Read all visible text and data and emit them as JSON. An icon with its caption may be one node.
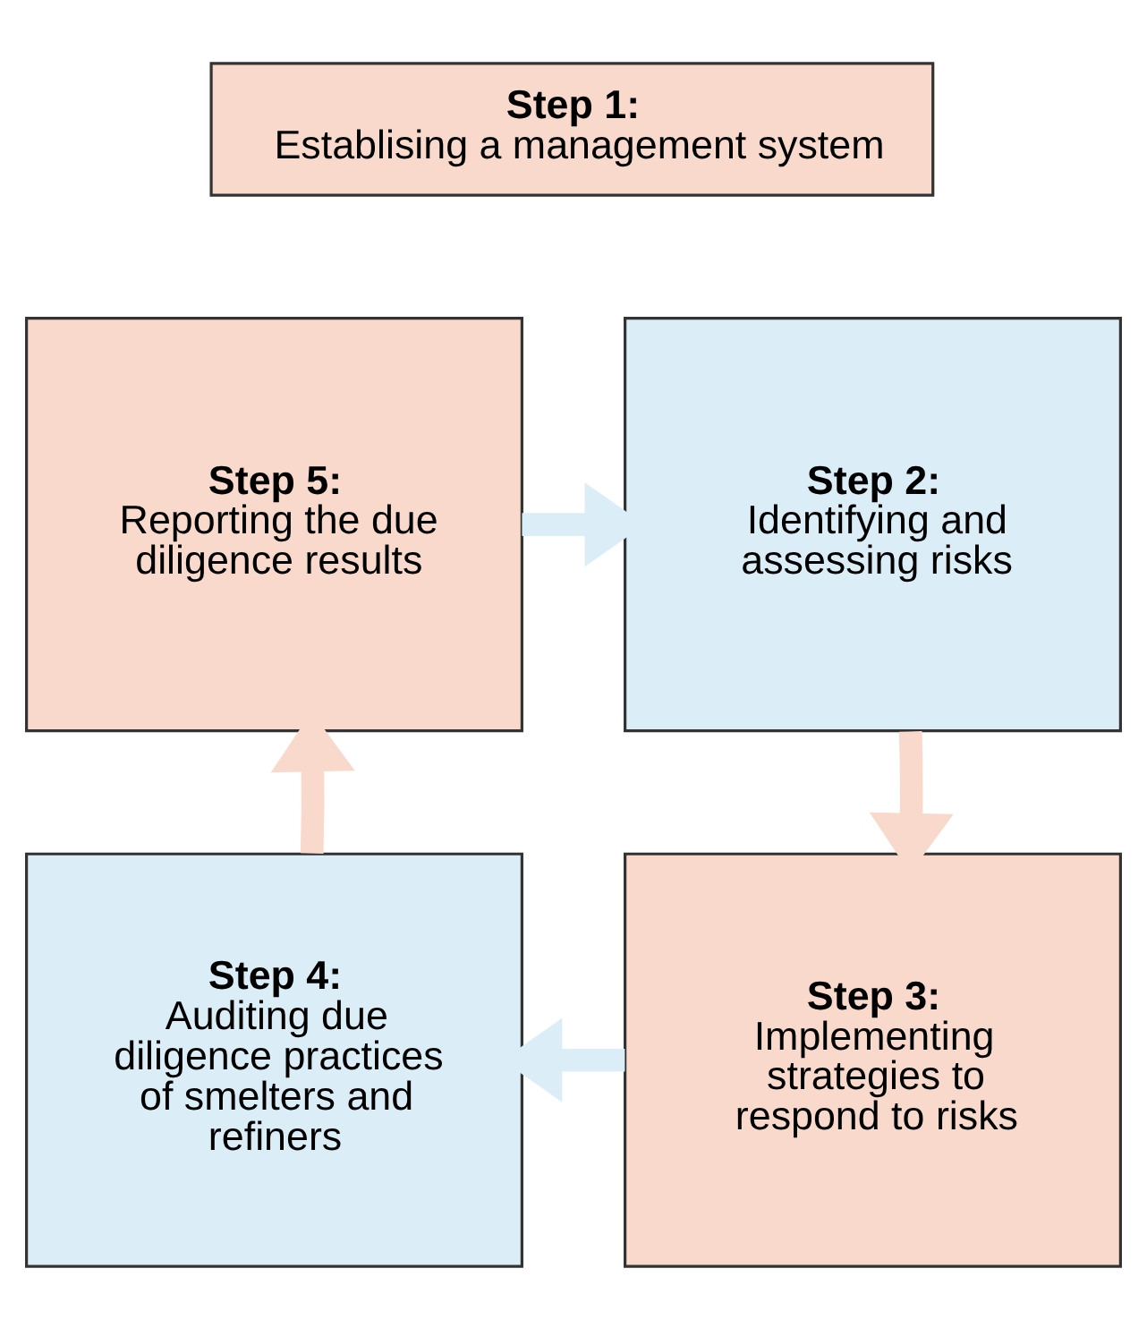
{
  "diagram": {
    "nodes": [
      {
        "text": [
          "Step 1:",
          "Establising a management system"
        ]
      },
      {
        "text": [
          "Step 5:",
          "Reporting the due diligence results"
        ]
      },
      {
        "text": [
          "Step 2:",
          "Identifying and assessing risks"
        ]
      },
      {
        "text": [
          "Step 4:",
          "Auditing due diligence practices of smelters and refiners"
        ]
      },
      {
        "text": [
          "Step 3:",
          "Implementing strategies to respond to risks"
        ]
      }
    ],
    "edges": [
      {
        "from": 1,
        "to": 2,
        "arrow": "to",
        "color": "#dbeef8"
      },
      {
        "from": 2,
        "to": 4,
        "arrow": "to",
        "color": "#f8d9cc"
      },
      {
        "from": 4,
        "to": 3,
        "arrow": "to",
        "color": "#dbeef8"
      },
      {
        "from": 3,
        "to": 1,
        "arrow": "to",
        "color": "#f8d9cc"
      }
    ]
  }
}
